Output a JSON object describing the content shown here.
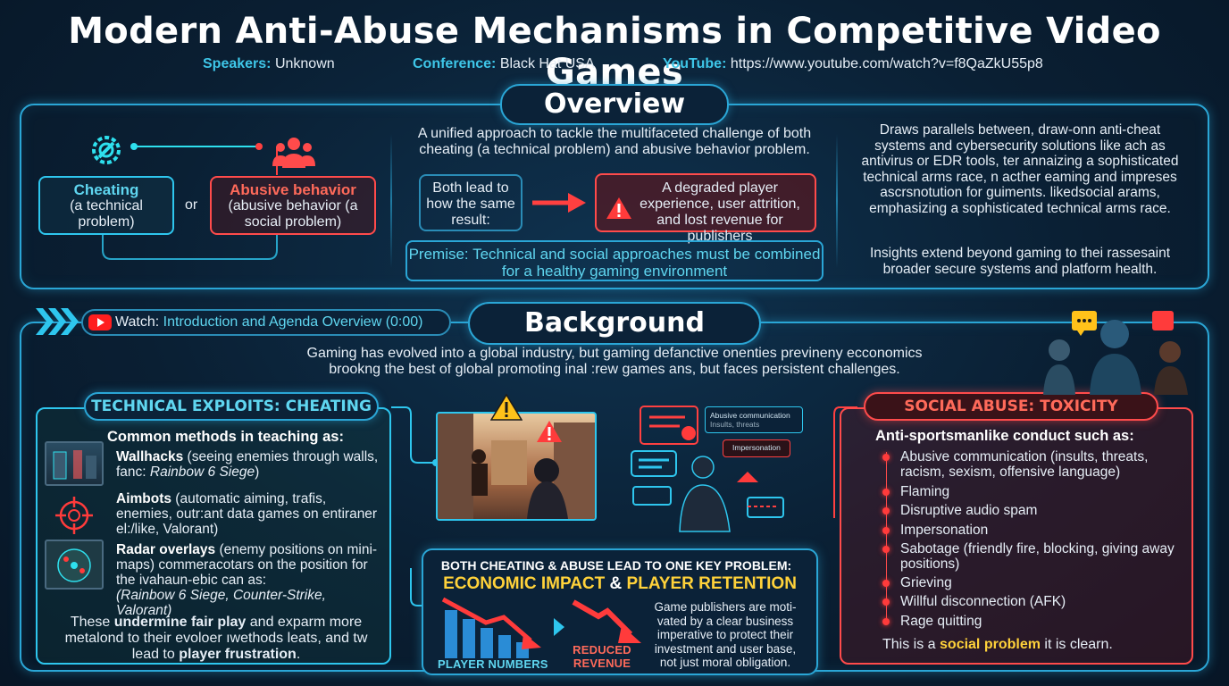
{
  "title": "Modern Anti-Abuse Mechanisms in Competitive Video Games",
  "meta": {
    "speakers_label": "Speakers:",
    "speakers": "Unknown",
    "conference_label": "Conference:",
    "conference": "Black Hat USA",
    "youtube_label": "YouTube:",
    "youtube": "https://www.youtube.com/watch?v=f8QaZkU55p8"
  },
  "overview": {
    "heading": "Overview",
    "cheating_title": "Cheating",
    "cheating_sub": "(a technical problem)",
    "or": "or",
    "abusive_title": "Abusive behavior",
    "abusive_sub": "(abusive behavior (a social problem)",
    "unified": "A unified approach to tackle the multifaceted challenge of both cheating (a technical problem) and abusive behavior problem.",
    "both_lead": "Both lead to how the same result:",
    "degraded": "A degraded player experience, user attrition, and lost revenue for publishers",
    "premise": "Premise: Technical and social approaches must be combined for a healthy gaming environment",
    "parallels": "Draws parallels between, draw-onn anti-cheat systems and cybersecurity solutions like ach as antivirus or EDR tools, ter annaizing a sophisticated technical arms race, n acther eaming and impreses ascrsnotution for guiments. likedsocial arams, emphasizing a sophisticated technical arms race.",
    "insights": "Insights extend beyond gaming to thei rassesaint broader secure systems and platform health."
  },
  "watch": {
    "label": "Watch:",
    "link": "Introduction and Agenda Overview (0:00)"
  },
  "background": {
    "heading": "Background",
    "intro": "Gaming has evolved into a global industry, but gaming defanctive onenties previneny ecconomics brookng the best of global promoting inal :rew games ans, but faces persistent challenges."
  },
  "technical": {
    "header": "TECHNICAL EXPLOITS: CHEATING",
    "common": "Common methods in teaching as:",
    "wallhacks_b": "Wallhacks",
    "wallhacks": " (seeing enemies through walls, fanc: ",
    "wallhacks_i": "Rainbow 6 Siege",
    "wallhacks_end": ")",
    "aimbots_b": "Aimbots",
    "aimbots": " (automatic aiming, trafis, enemies, outr:ant data games on entiraner el:/like, Valorant)",
    "radar_b": "Radar overlays",
    "radar": " (enemy positions on mini-maps) commeracotars on the position for the ivahaun-ebic can as:",
    "radar_i": "(Rainbow 6 Siege, Counter-Strike, Valorant)",
    "footer_a": "These ",
    "footer_b1": "undermine fair play",
    "footer_c": " and exparm more metalond to their evoloer ıwethods leats, and tw lead to ",
    "footer_b2": "player frustration",
    "footer_d": "."
  },
  "center": {
    "chat_1": "Abusive communication",
    "chat_1b": "Insults, threats",
    "chat_2": "Impersonation",
    "problem_top": "BOTH CHEATING & ABUSE LEAD TO ONE KEY PROBLEM:",
    "problem_a": "ECONOMIC IMPACT",
    "problem_amp": " & ",
    "problem_b": "PLAYER RETENTION",
    "player_numbers": "PLAYER NUMBERS",
    "reduced_revenue": "REDUCED REVENUE",
    "publishers": "Game publishers are moti-vated by a clear business imperative to protect their investment and user base, not just moral obligation."
  },
  "social": {
    "header": "SOCIAL ABUSE: TOXICITY",
    "intro": "Anti-sportsmanlike conduct such as:",
    "items": [
      "Abusive communication (insults, threats, racism, sexism, offensive language)",
      "Flaming",
      "Disruptive audio spam",
      "Impersonation",
      "Sabotage (friendly fire, blocking, giving away positions)",
      "Grieving",
      "Willful disconnection (AFK)",
      "Rage quitting"
    ],
    "footer_a": "This is a ",
    "footer_b": "social problem",
    "footer_c": " it is clearn."
  },
  "colors": {
    "accent": "#2aa6d6",
    "alert": "#ff3b3b",
    "highlight": "#ffd23a",
    "cyan_text": "#5fd6f0"
  },
  "icons": [
    "gear-wrench-icon",
    "group-icon",
    "warning-icon",
    "arrow-right-icon",
    "chevrons-icon",
    "youtube-icon",
    "crosshair-icon",
    "chart-down-icon"
  ]
}
